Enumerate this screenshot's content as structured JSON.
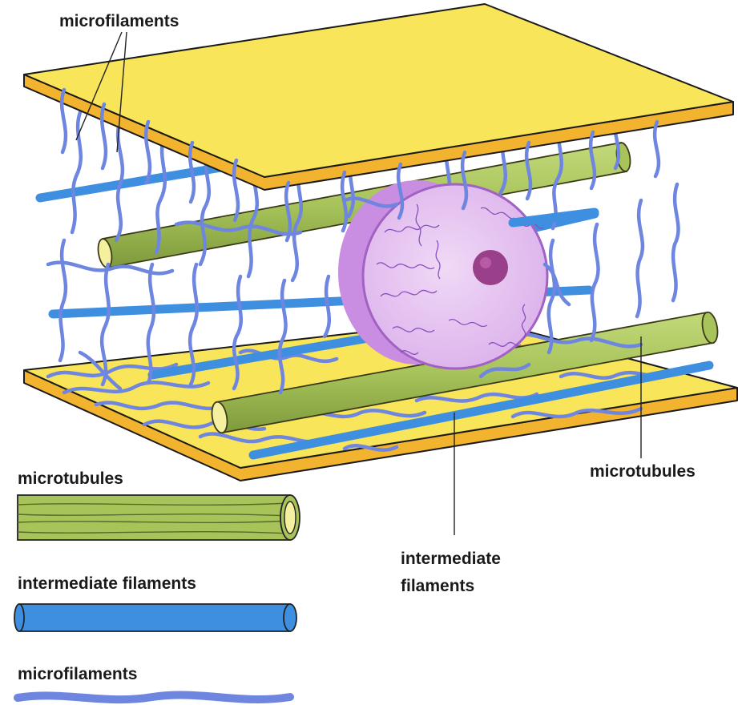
{
  "labels": {
    "microfilaments_top": "microfilaments",
    "microtubules_right": "microtubules",
    "intermediate_filaments_line1": "intermediate",
    "intermediate_filaments_line2": "filaments"
  },
  "legend": {
    "microtubules": "microtubules",
    "intermediate_filaments": "intermediate filaments",
    "microfilaments": "microfilaments"
  },
  "colors": {
    "plate": "#f8e55a",
    "plate_edge": "#f2b32e",
    "microtubule": "#a7c35a",
    "microtubule_dark": "#8aa844",
    "intermediate_filament": "#3f8fe0",
    "microfilament": "#6f86e0",
    "nucleus_outer": "#c98ee2",
    "nucleus_inner": "#e4c4f0",
    "nucleolus": "#9a3f8a"
  }
}
